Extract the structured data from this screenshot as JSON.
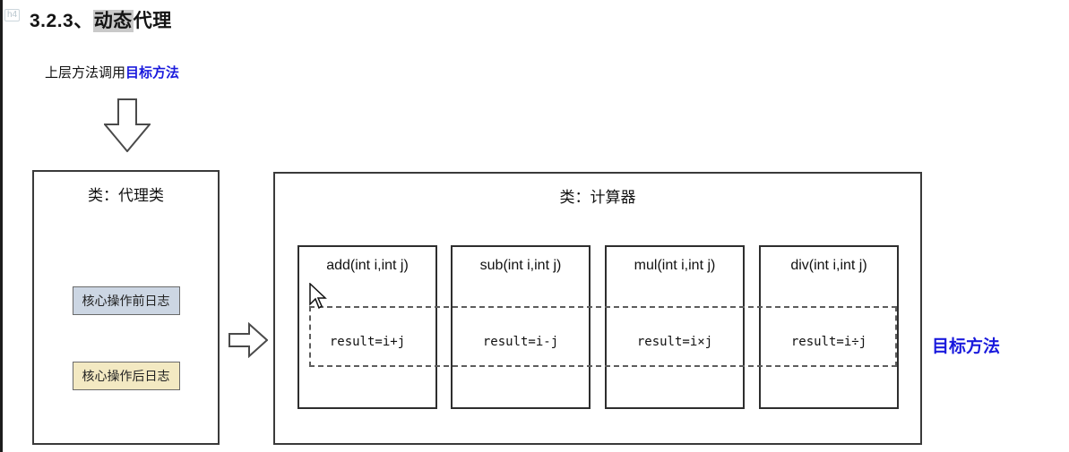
{
  "header": {
    "tag_badge": "h4",
    "title_prefix": "3.2.3、",
    "title_highlight": "动态",
    "title_suffix": "代理"
  },
  "intro": {
    "plain": "上层方法调用",
    "emphasis": "目标方法"
  },
  "proxy": {
    "title": "类：代理类",
    "before_log": "核心操作前日志",
    "after_log": "核心操作后日志"
  },
  "calculator": {
    "title": "类：计算器",
    "methods": [
      {
        "signature": "add(int i,int j)",
        "body": "result=i+j"
      },
      {
        "signature": "sub(int i,int j)",
        "body": "result=i-j"
      },
      {
        "signature": "mul(int i,int j)",
        "body": "result=i×j"
      },
      {
        "signature": "div(int i,int j)",
        "body": "result=i÷j"
      }
    ]
  },
  "annotation": {
    "target_label": "目标方法"
  },
  "colors": {
    "accent_blue": "#1a1add",
    "heading_highlight_gray": "#c9c9c9",
    "before_log_bg": "#ccd6e3",
    "after_log_bg": "#f3e9c2",
    "box_border": "#2e2e2e"
  }
}
